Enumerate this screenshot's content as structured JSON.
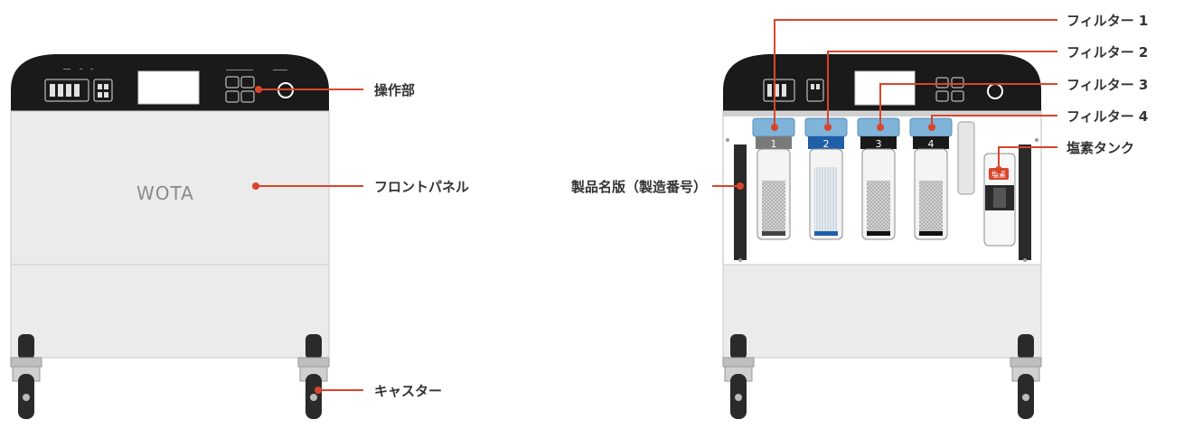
{
  "brand_text": "WOTA",
  "callouts": {
    "control_panel": "操作部",
    "front_panel": "フロントパネル",
    "casters": "キャスター",
    "nameplate": "製品名版（製造番号）",
    "filter1": "フィルター 1",
    "filter2": "フィルター 2",
    "filter3": "フィルター 3",
    "filter4": "フィルター 4",
    "chlorine_tank": "塩素タンク"
  },
  "filter_numbers": [
    "1",
    "2",
    "3",
    "4"
  ],
  "tank_tag": "塩素",
  "colors": {
    "accent": "#d9452b",
    "top_panel": "#1a1a1a",
    "body": "#ebebeb",
    "filter_cap": "#7fb3d8",
    "filter2_band": "#1f5fa8"
  }
}
